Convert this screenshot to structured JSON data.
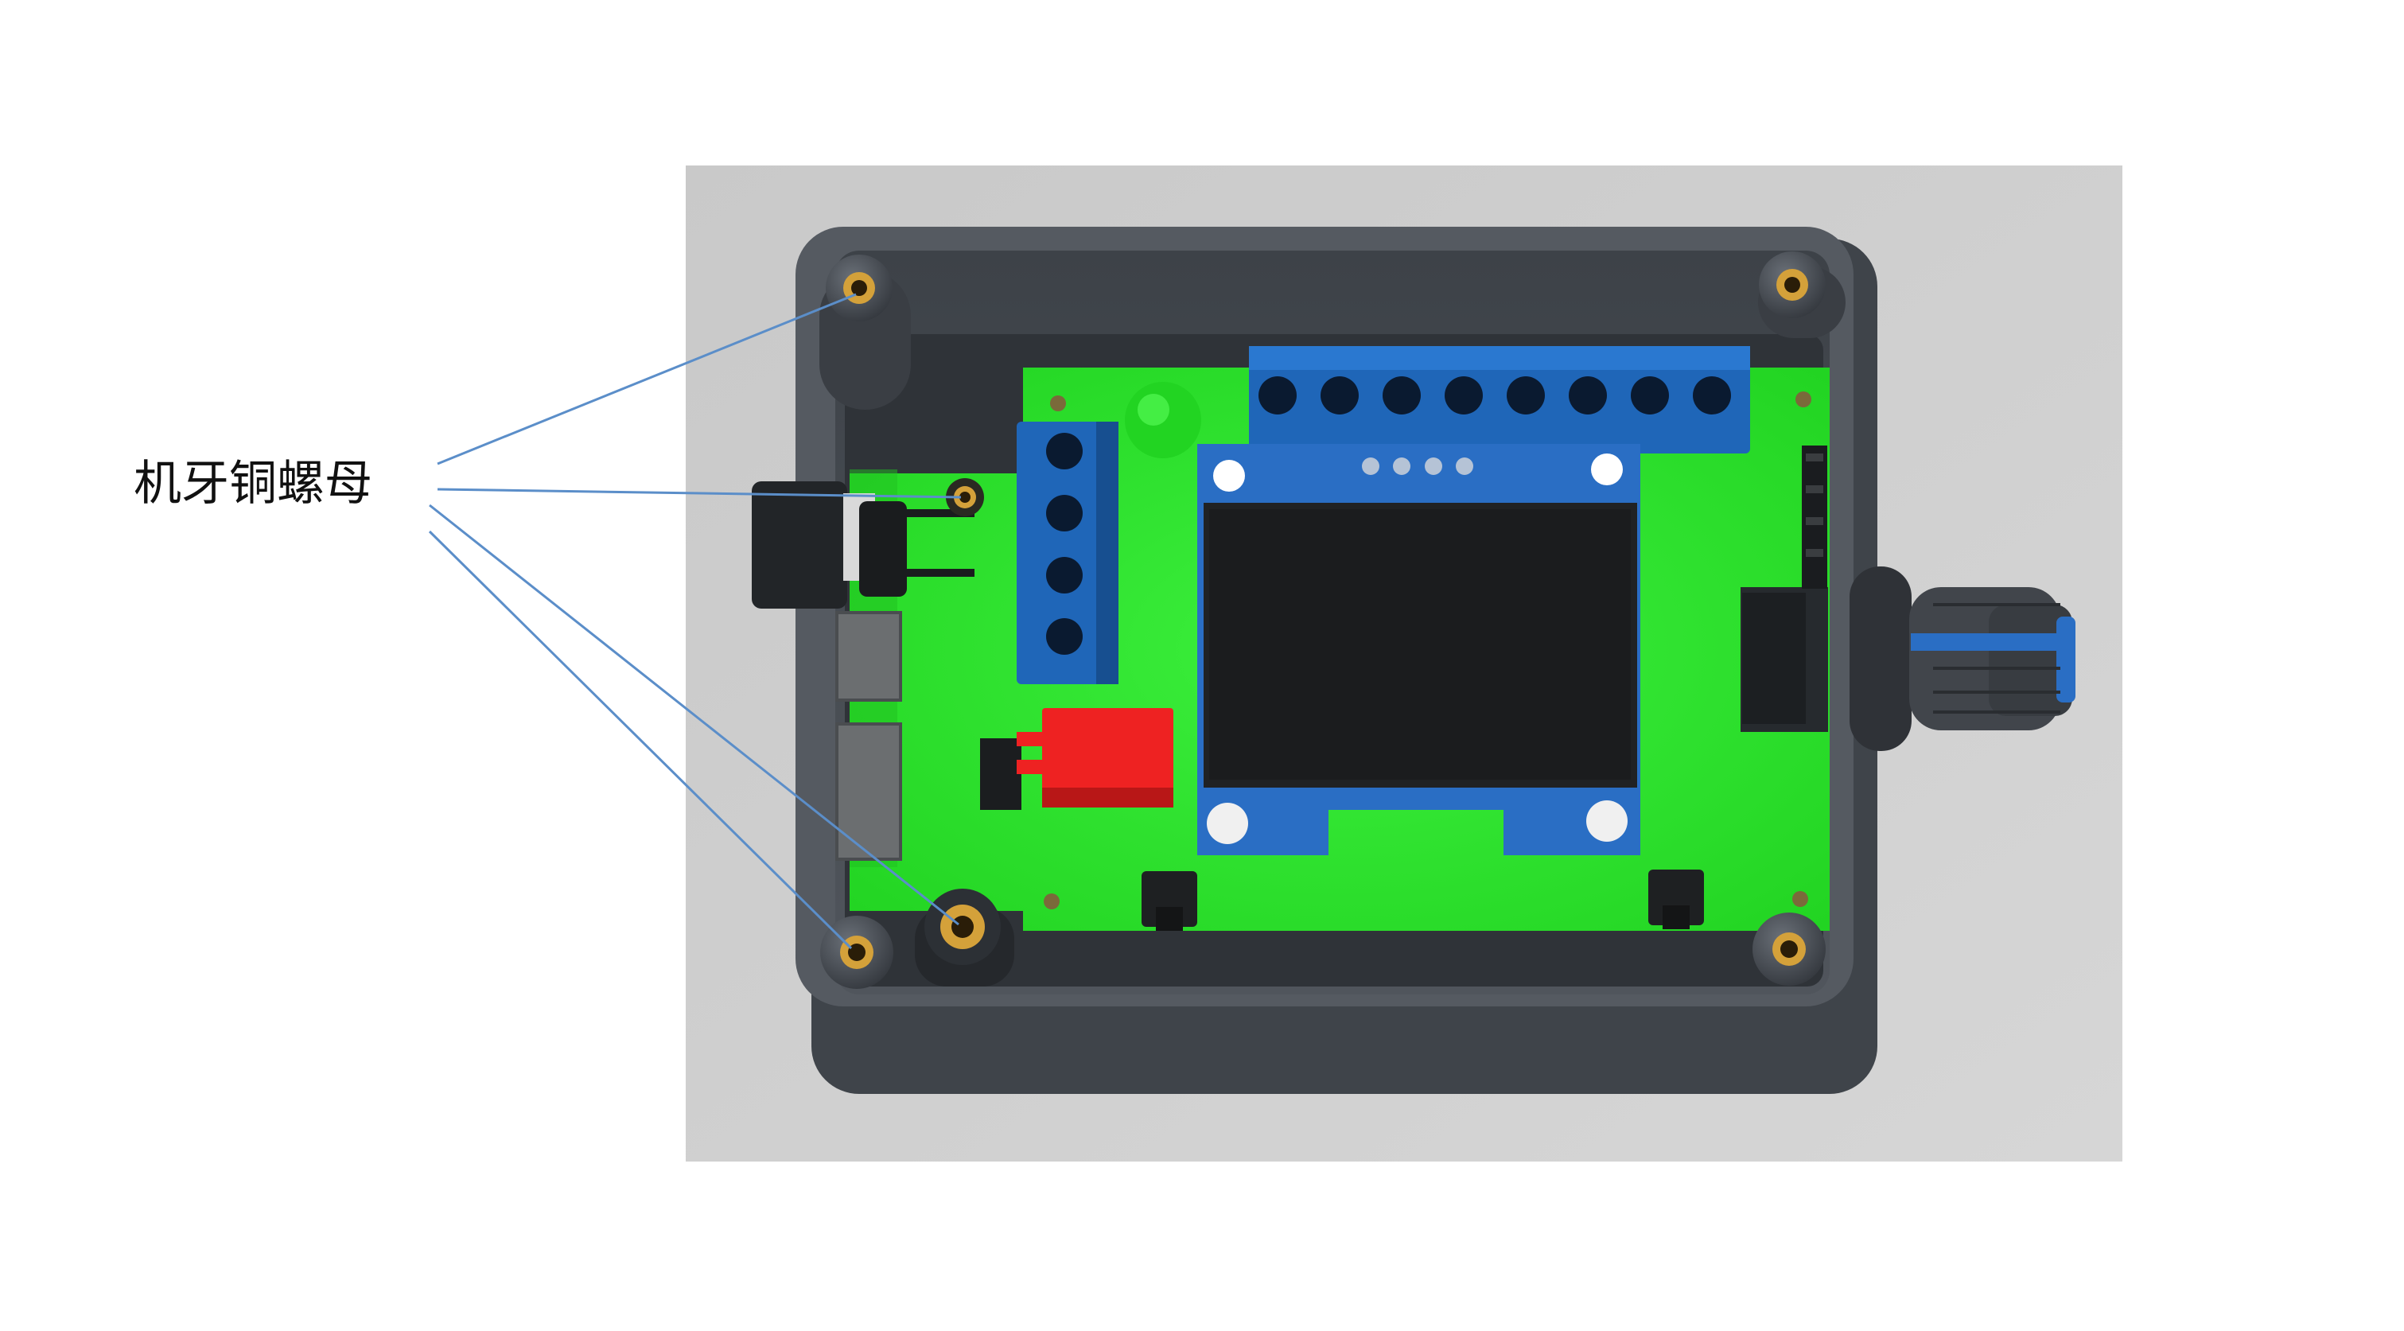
{
  "callout": {
    "label": "机牙铜螺母",
    "target_count": 4,
    "line_color": "#5b8ec9"
  },
  "colors": {
    "background_panel": "#cfcfcf",
    "enclosure": "#4a4f56",
    "pcb": "#2ee62e",
    "terminal_block": "#1f66b8",
    "display_board": "#2a6ec4",
    "display_screen": "#202224",
    "brass_nut": "#d4a13a",
    "jumper": "#ee2222",
    "knob_accent": "#2a6ec4"
  },
  "components": {
    "top_terminal_block_holes": 8,
    "left_terminal_block_holes": 4,
    "display_header_pins": 4
  }
}
